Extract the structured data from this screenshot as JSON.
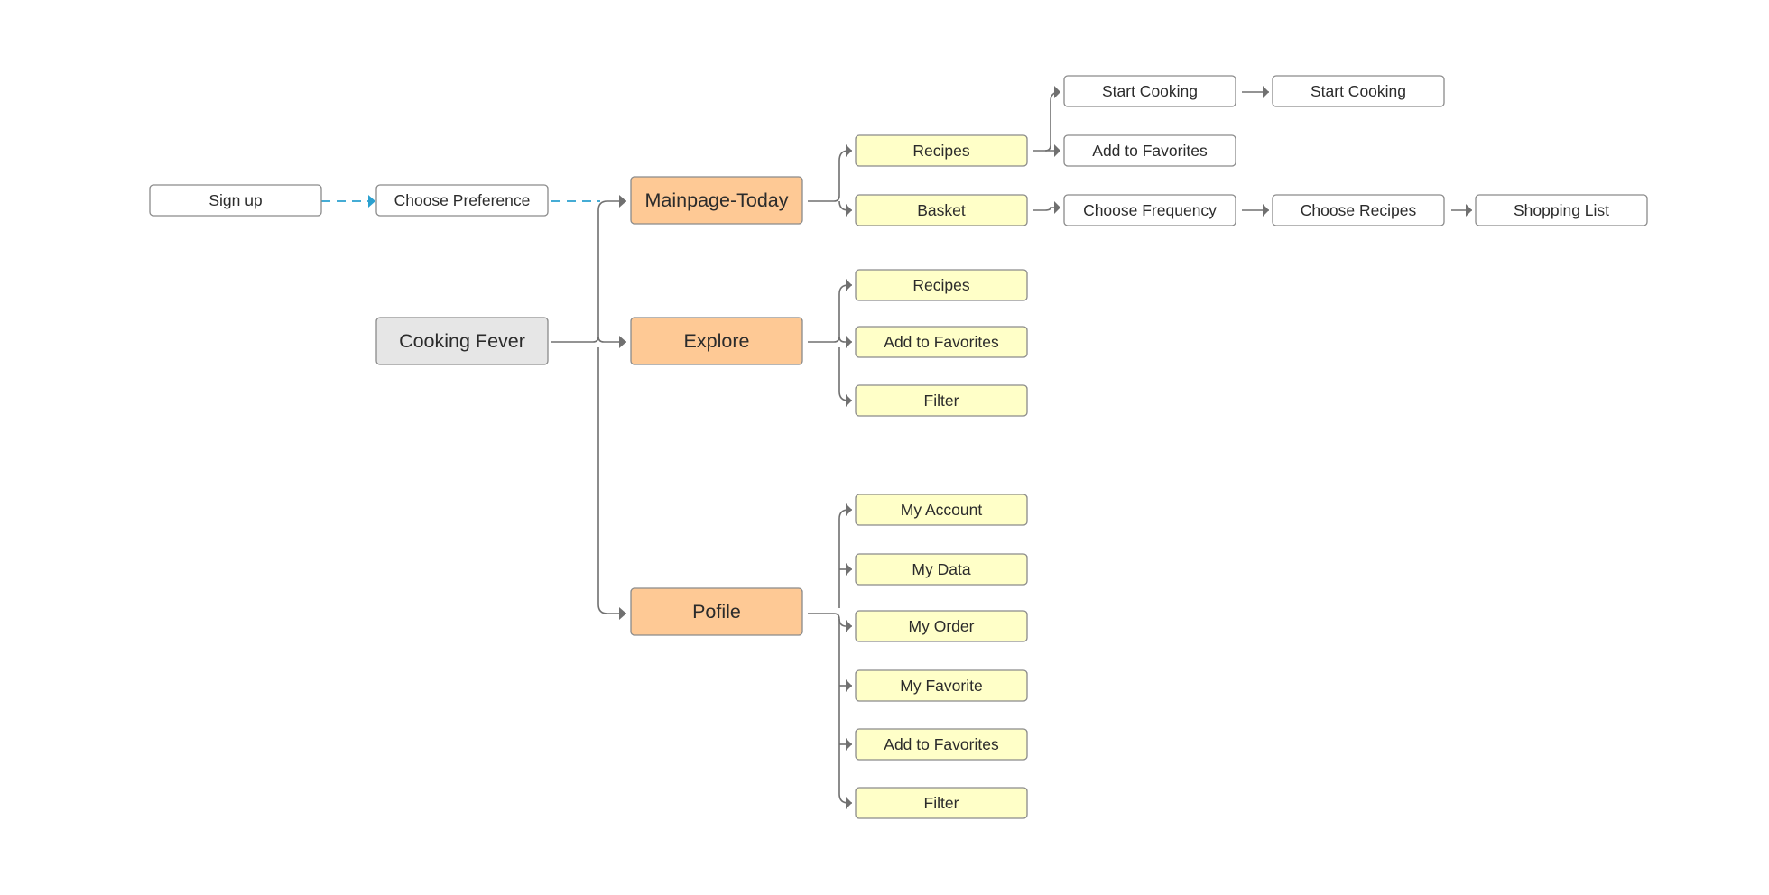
{
  "colors": {
    "accent_dashed": "#2ba0cf",
    "connector": "#707070",
    "main_fill": "#fec995",
    "sub_fill": "#ffffc8",
    "root_fill": "#e6e6e6",
    "plain_fill": "#ffffff"
  },
  "nodes": {
    "sign_up": "Sign up",
    "choose_preference": "Choose Preference",
    "cooking_fever": "Cooking Fever",
    "mainpage_today": "Mainpage-Today",
    "explore": "Explore",
    "pofile": "Pofile",
    "main_recipes": "Recipes",
    "main_basket": "Basket",
    "start_cooking_1": "Start Cooking",
    "start_cooking_2": "Start Cooking",
    "main_add_favorites": "Add to Favorites",
    "choose_frequency": "Choose Frequency",
    "choose_recipes": "Choose Recipes",
    "shopping_list": "Shopping List",
    "explore_recipes": "Recipes",
    "explore_add_favorites": "Add to Favorites",
    "explore_filter": "Filter",
    "my_account": "My Account",
    "my_data": "My Data",
    "my_order": "My Order",
    "my_favorite": "My Favorite",
    "profile_add_favorites": "Add to Favorites",
    "profile_filter": "Filter"
  }
}
